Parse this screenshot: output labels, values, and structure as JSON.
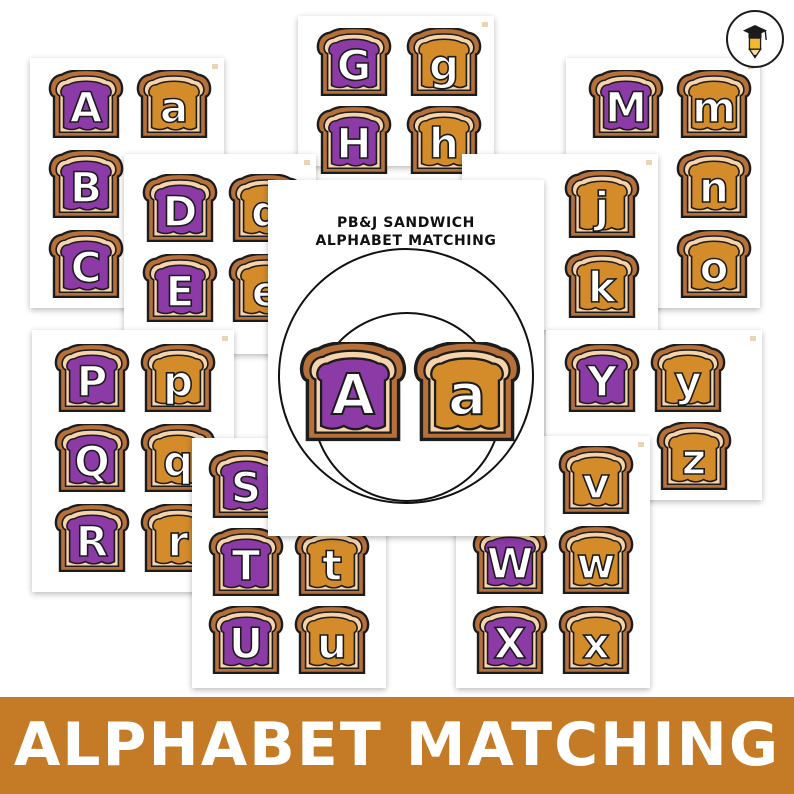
{
  "colors": {
    "banner": "#c57b26",
    "jelly": "#8b3aa6",
    "peanut_butter": "#d48b2a",
    "crust": "#b6703a",
    "bread": "#f5d3ab"
  },
  "cards": [
    {
      "name": "card-abc",
      "toasts": [
        {
          "letter": "A",
          "spread": "jelly"
        },
        {
          "letter": "a",
          "spread": "pb"
        },
        {
          "letter": "B",
          "spread": "jelly"
        },
        {
          "letter": "C",
          "spread": "jelly"
        }
      ]
    },
    {
      "name": "card-gh",
      "toasts": [
        {
          "letter": "G",
          "spread": "jelly"
        },
        {
          "letter": "g",
          "spread": "pb"
        },
        {
          "letter": "H",
          "spread": "jelly"
        },
        {
          "letter": "h",
          "spread": "pb"
        }
      ]
    },
    {
      "name": "card-mno",
      "toasts": [
        {
          "letter": "M",
          "spread": "jelly"
        },
        {
          "letter": "m",
          "spread": "pb"
        },
        {
          "letter": "n",
          "spread": "pb"
        },
        {
          "letter": "o",
          "spread": "pb"
        }
      ]
    },
    {
      "name": "card-jk",
      "toasts": [
        {
          "letter": "j",
          "spread": "pb"
        },
        {
          "letter": "k",
          "spread": "pb"
        }
      ]
    },
    {
      "name": "card-yz",
      "toasts": [
        {
          "letter": "Y",
          "spread": "jelly"
        },
        {
          "letter": "y",
          "spread": "pb"
        },
        {
          "letter": "z",
          "spread": "pb"
        }
      ]
    },
    {
      "name": "card-de",
      "toasts": [
        {
          "letter": "D",
          "spread": "jelly"
        },
        {
          "letter": "d",
          "spread": "pb"
        },
        {
          "letter": "E",
          "spread": "jelly"
        },
        {
          "letter": "e",
          "spread": "pb"
        }
      ]
    },
    {
      "name": "card-pqr",
      "toasts": [
        {
          "letter": "P",
          "spread": "jelly"
        },
        {
          "letter": "p",
          "spread": "pb"
        },
        {
          "letter": "Q",
          "spread": "jelly"
        },
        {
          "letter": "q",
          "spread": "pb"
        },
        {
          "letter": "R",
          "spread": "jelly"
        },
        {
          "letter": "r",
          "spread": "pb"
        }
      ]
    },
    {
      "name": "card-vwx",
      "toasts": [
        {
          "letter": "v",
          "spread": "pb"
        },
        {
          "letter": "W",
          "spread": "jelly"
        },
        {
          "letter": "w",
          "spread": "pb"
        },
        {
          "letter": "X",
          "spread": "jelly"
        },
        {
          "letter": "x",
          "spread": "pb"
        }
      ]
    },
    {
      "name": "card-stu",
      "toasts": [
        {
          "letter": "S",
          "spread": "jelly"
        },
        {
          "letter": "T",
          "spread": "jelly"
        },
        {
          "letter": "t",
          "spread": "pb"
        },
        {
          "letter": "U",
          "spread": "jelly"
        },
        {
          "letter": "u",
          "spread": "pb"
        }
      ]
    }
  ],
  "center_card": {
    "title_line1": "PB&J SANDWICH",
    "title_line2": "ALPHABET MATCHING",
    "uppercase": "A",
    "lowercase": "a"
  },
  "logo": {
    "icon": "graduation-cap-pencil-icon"
  },
  "banner": {
    "text": "ALPHABET MATCHING"
  }
}
